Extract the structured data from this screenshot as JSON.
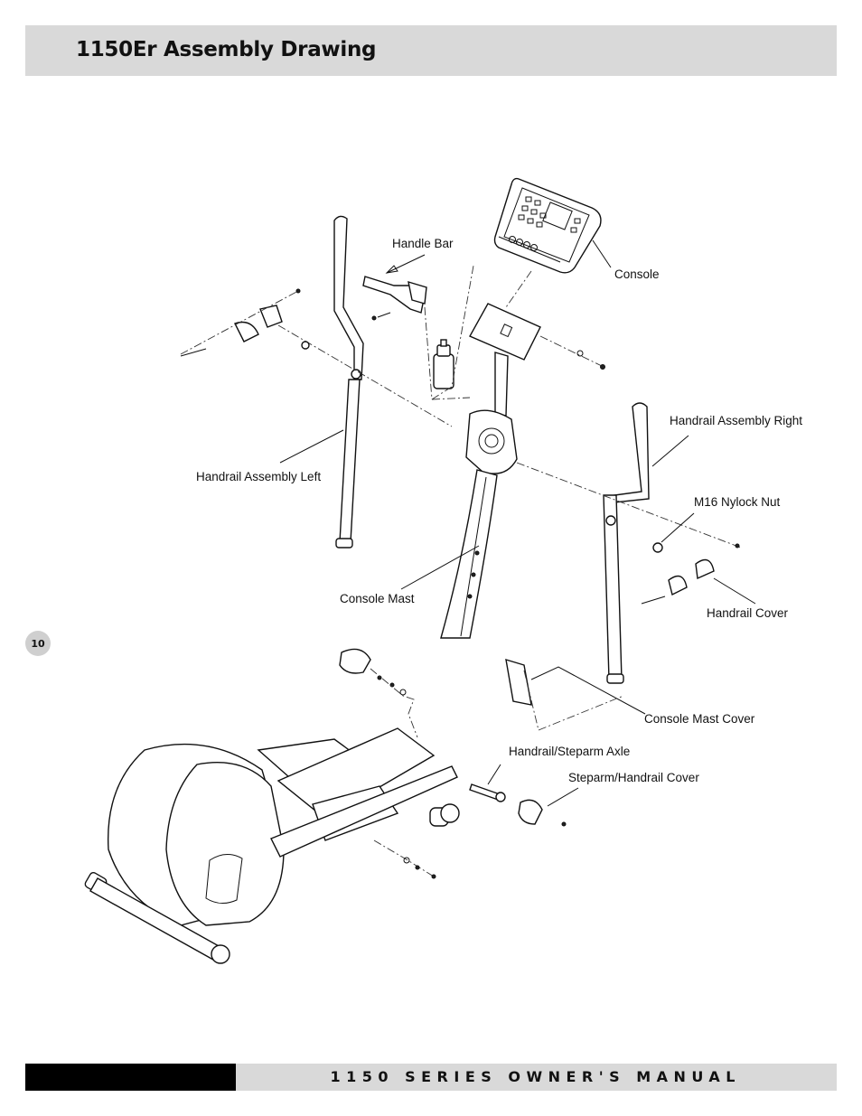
{
  "header": {
    "title": "1150Er Assembly Drawing"
  },
  "page": {
    "number": "10"
  },
  "footer": {
    "manual_title": "1150 SERIES OWNER'S MANUAL"
  },
  "callouts": {
    "handle_bar": "Handle Bar",
    "console": "Console",
    "handrail_assembly_right": "Handrail Assembly Right",
    "handrail_assembly_left": "Handrail Assembly Left",
    "m16_nylock_nut": "M16 Nylock Nut",
    "console_mast": "Console Mast",
    "handrail_cover": "Handrail Cover",
    "console_mast_cover": "Console Mast Cover",
    "handrail_steparm_axle": "Handrail/Steparm Axle",
    "steparm_handrail_cover": "Steparm/Handrail Cover"
  }
}
